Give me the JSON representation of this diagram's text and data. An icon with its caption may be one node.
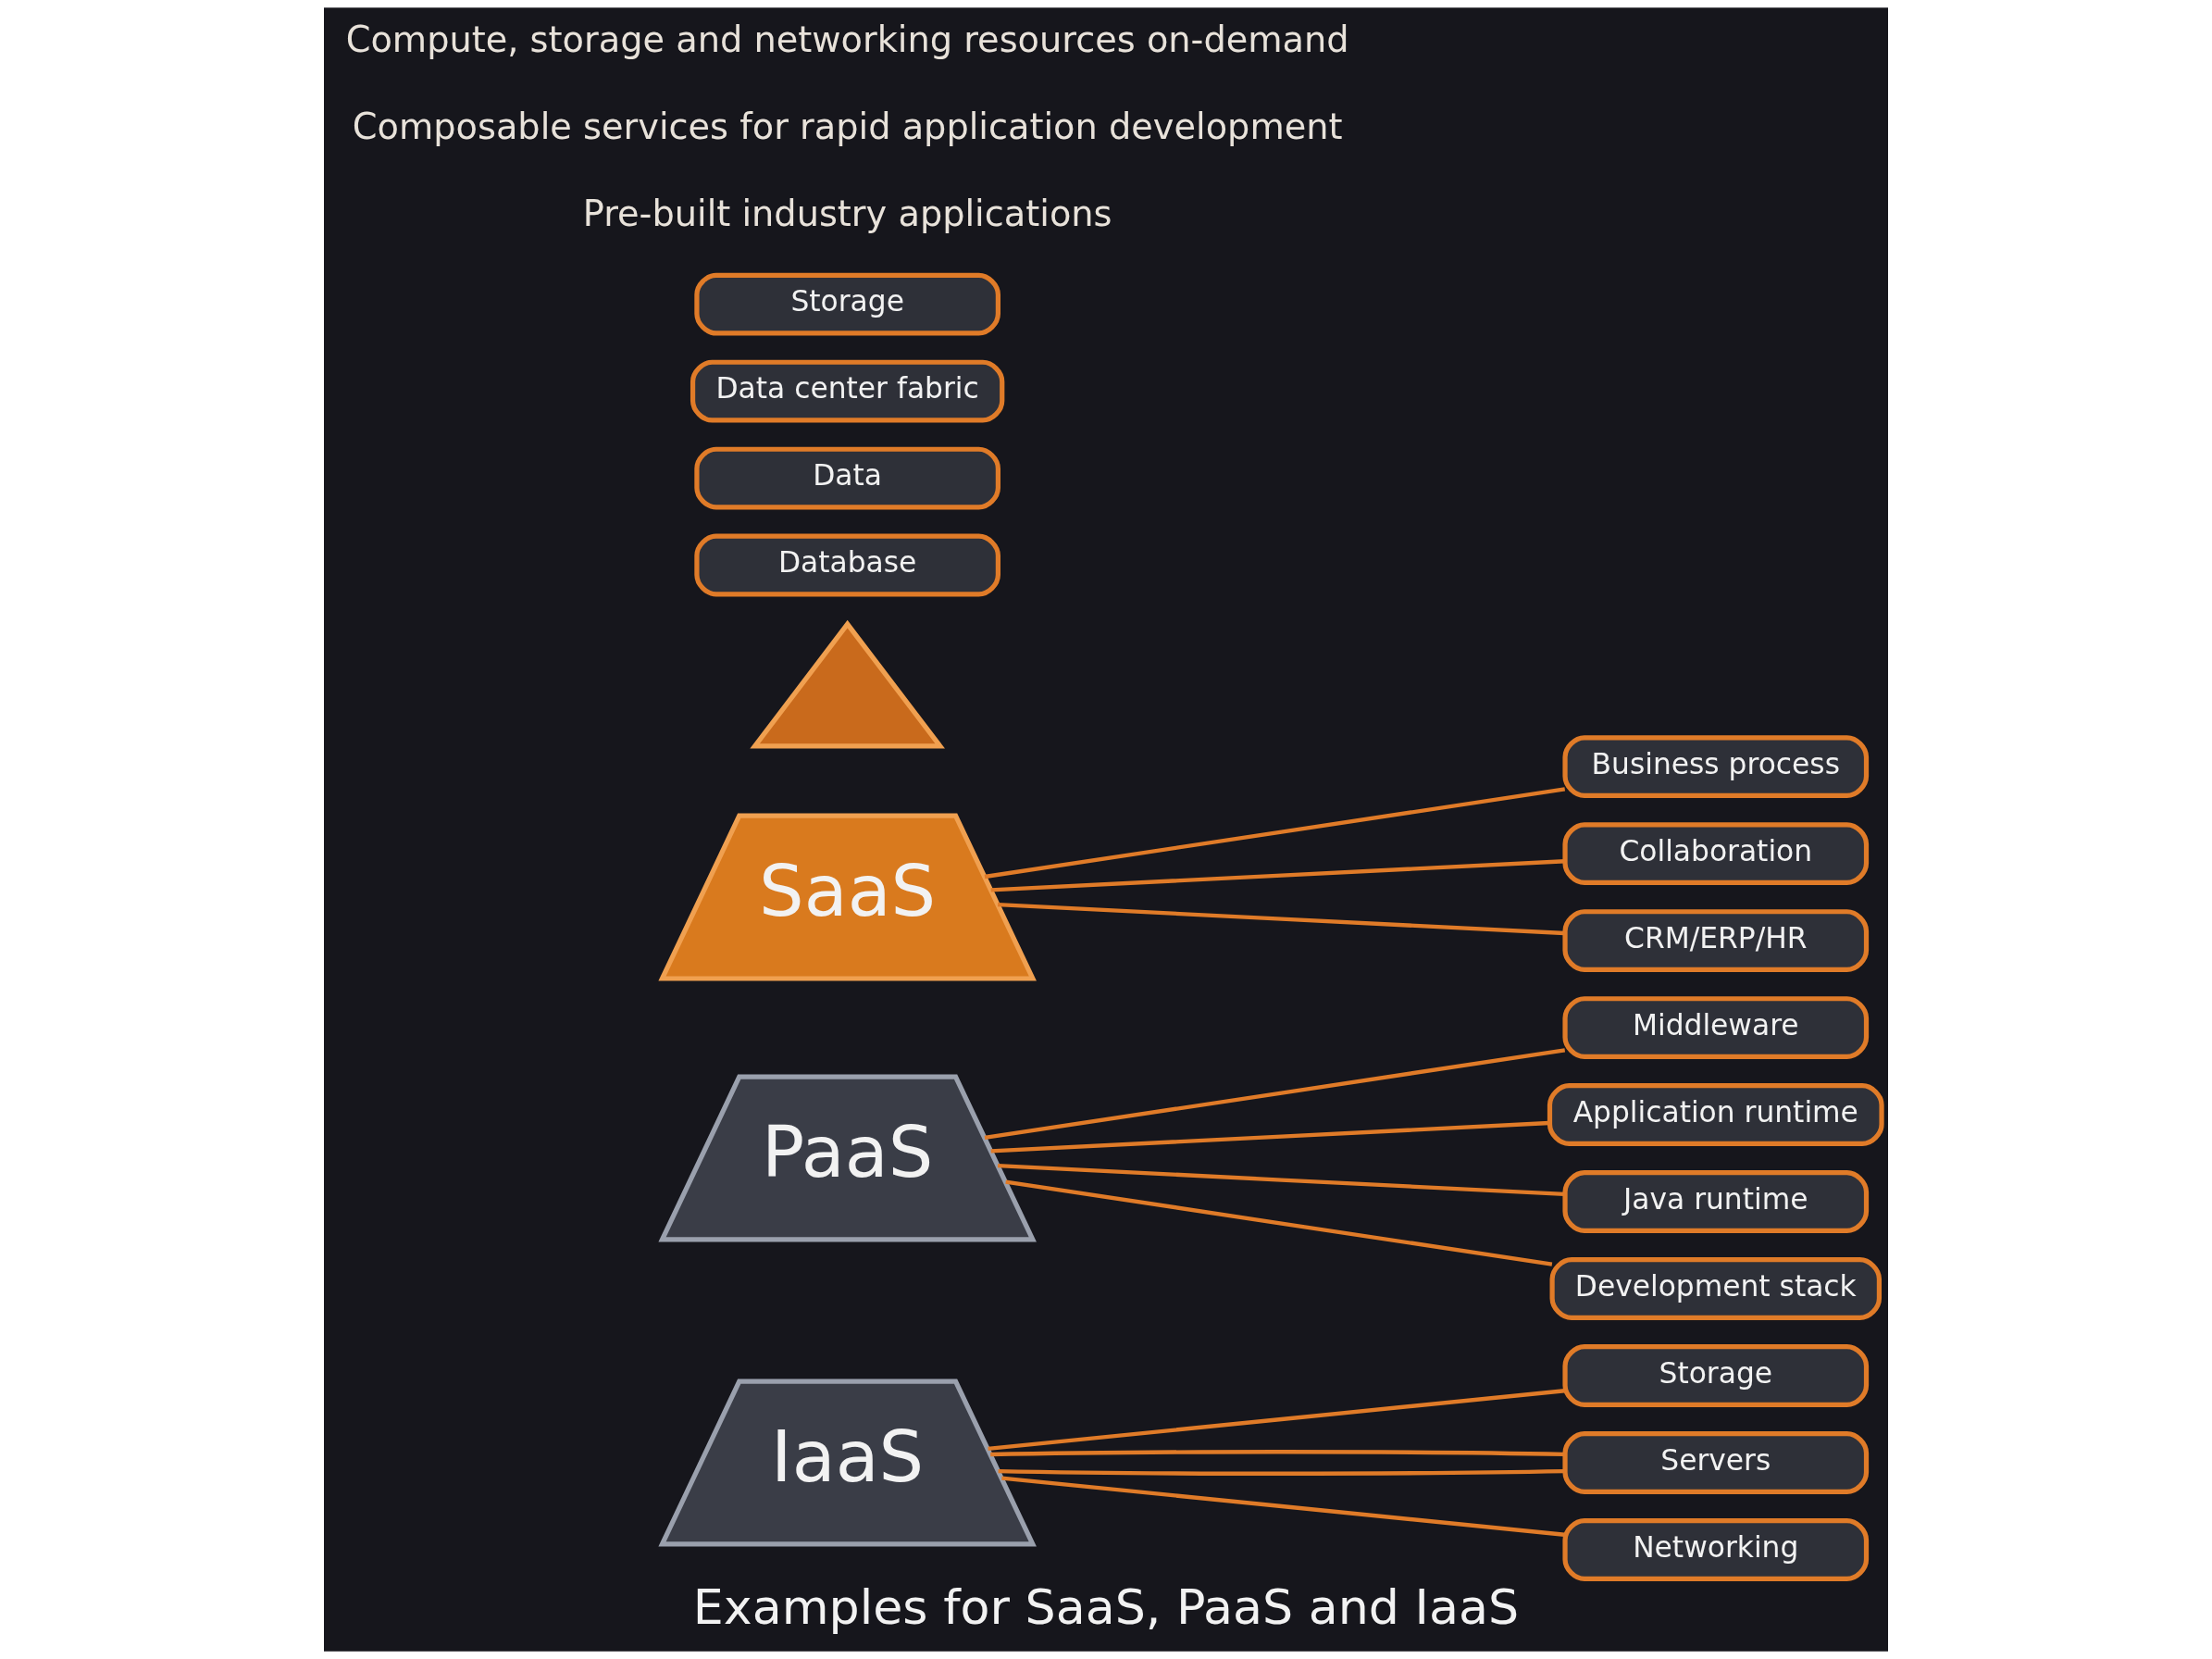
{
  "diagram": {
    "caption": "Examples for SaaS, PaaS and IaaS",
    "nodes": [
      {
        "text": [],
        "shape": "triangle"
      },
      {
        "text": [
          "SaaS"
        ]
      },
      {
        "text": [
          "PaaS"
        ]
      },
      {
        "text": [
          "IaaS"
        ]
      },
      {
        "text": [
          "Business process"
        ]
      },
      {
        "text": [
          "Collaboration"
        ]
      },
      {
        "text": [
          "CRM/ERP/HR"
        ]
      },
      {
        "text": [
          "Middleware"
        ]
      },
      {
        "text": [
          "Application runtime"
        ]
      },
      {
        "text": [
          "Java runtime"
        ]
      },
      {
        "text": [
          "Database"
        ]
      },
      {
        "text": [
          "Development stack"
        ]
      },
      {
        "text": [
          "Storage"
        ]
      },
      {
        "text": [
          "Data"
        ]
      },
      {
        "text": [
          "Servers"
        ]
      },
      {
        "text": [
          "Networking"
        ]
      },
      {
        "text": [
          "Data center fabric"
        ]
      },
      {
        "text": [
          "Storage"
        ]
      }
    ],
    "edges": [
      {
        "from": 1,
        "to": 4,
        "arrow": "none"
      },
      {
        "from": 1,
        "to": 5,
        "arrow": "none"
      },
      {
        "from": 1,
        "to": 6,
        "arrow": "none"
      },
      {
        "from": 2,
        "to": 7,
        "arrow": "none"
      },
      {
        "from": 2,
        "to": 8,
        "arrow": "none"
      },
      {
        "from": 2,
        "to": 9,
        "arrow": "none"
      },
      {
        "from": 2,
        "to": 11,
        "arrow": "none"
      },
      {
        "from": 3,
        "to": 14,
        "arrow": "none"
      },
      {
        "from": 3,
        "to": 14,
        "arrow": "none"
      },
      {
        "from": 3,
        "to": 15,
        "arrow": "none"
      },
      {
        "from": 3,
        "to": 12,
        "arrow": "none"
      }
    ],
    "labels": [
      "Pre-built industry applications",
      "Composable services for rapid application development",
      "Compute, storage and networking resources on-demand"
    ]
  }
}
